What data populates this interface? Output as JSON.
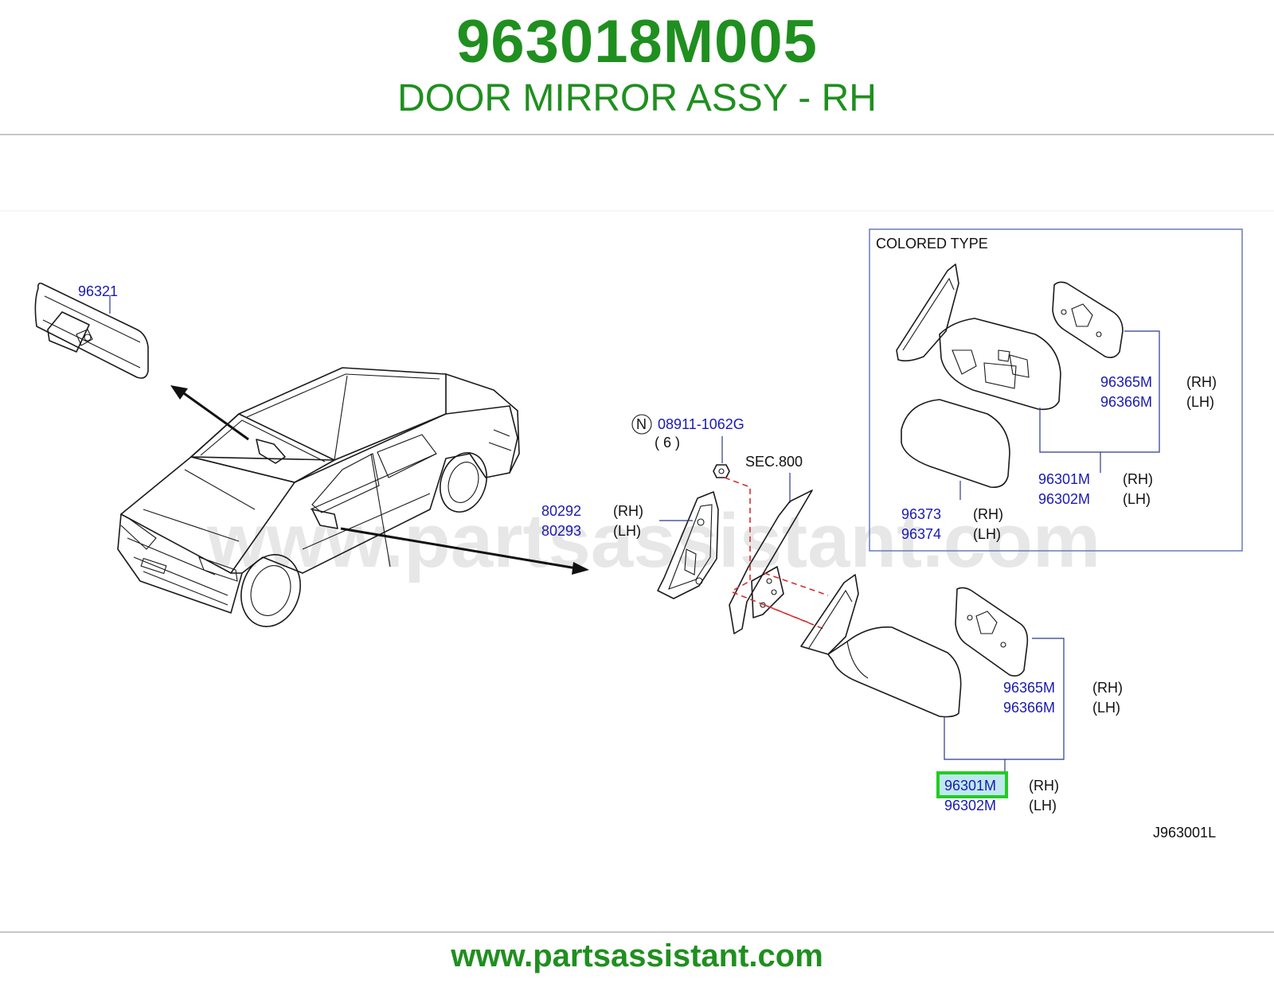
{
  "header": {
    "part_number": "963018M005",
    "description": "DOOR MIRROR ASSY - RH"
  },
  "diagram": {
    "watermark": "www.partsassistant.com",
    "colored_type_label": "COLORED   TYPE",
    "sec_label": "SEC.800",
    "bolt_symbol": "N",
    "bolt_part": "08911-1062G",
    "bolt_qty": "(   6   )",
    "drawing_code": "J963001L",
    "rh": "(RH)",
    "lh": "(LH)",
    "parts": {
      "inner_mirror": "96321",
      "corner_rh": "80292",
      "corner_lh": "80293",
      "colored_glass_rh": "96365M",
      "colored_glass_lh": "96366M",
      "colored_assy_rh": "96301M",
      "colored_assy_lh": "96302M",
      "colored_cover_rh": "96373",
      "colored_cover_lh": "96374",
      "glass_rh": "96365M",
      "glass_lh": "96366M",
      "assy_rh": "96301M",
      "assy_lh": "96302M"
    },
    "highlight_color": "#22cc22"
  },
  "footer": {
    "url": "www.partsassistant.com"
  }
}
